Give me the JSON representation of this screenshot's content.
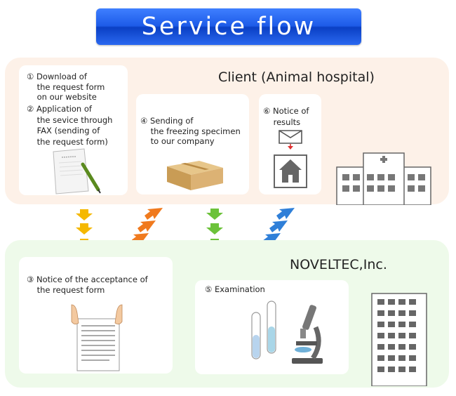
{
  "title": "Service flow",
  "client": {
    "label": "Client (Animal hospital)",
    "step1": "① Download of\n    the request form\n    on our website",
    "step2": "② Application of\n    the sevice through\n    FAX (sending of\n    the request form)",
    "step4": "④ Sending of\n    the freezing specimen\n    to our company",
    "step6": "⑥ Notice of\n    results"
  },
  "noveltec": {
    "label": "NOVELTEC,Inc.",
    "step3": "③ Notice of the acceptance of\n    the request form",
    "step5": "⑤ Examination"
  },
  "colors": {
    "title_bar": "#1d5be8",
    "client_zone": "#fdf1e8",
    "noveltec_zone": "#eefaea",
    "arrow_yellow": "#f5b800",
    "arrow_orange": "#f07a1e",
    "arrow_green": "#6cc23a",
    "arrow_blue": "#2f7fd8"
  },
  "icons": [
    "paper-pen-icon",
    "cardboard-box-icon",
    "envelope-icon",
    "house-icon",
    "hospital-building-icon",
    "document-hands-icon",
    "test-tubes-icon",
    "microscope-icon",
    "office-building-icon"
  ]
}
